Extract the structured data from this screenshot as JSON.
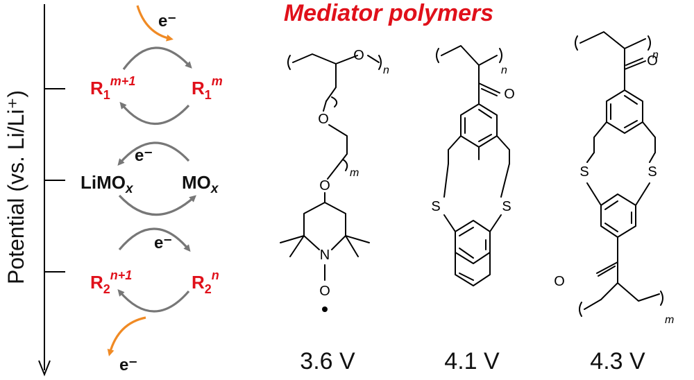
{
  "title": "Mediator polymers",
  "axis_label": "Potential (vs. Li/Li⁺)",
  "electron": "e⁻",
  "scheme": {
    "r1_left": {
      "base": "R",
      "sub": "1",
      "sup": "m+1"
    },
    "r1_right": {
      "base": "R",
      "sub": "1",
      "sup": "m"
    },
    "limo_left": {
      "base": "LiMO",
      "sub": "x"
    },
    "mo_right": {
      "base": "MO",
      "sub": "x"
    },
    "r2_left": {
      "base": "R",
      "sub": "2",
      "sup": "n+1"
    },
    "r2_right": {
      "base": "R",
      "sub": "2",
      "sup": "n"
    }
  },
  "atoms": {
    "O": "O",
    "N": "N",
    "S": "S",
    "O_radical": "O·"
  },
  "indices": {
    "n": "n",
    "m": "m"
  },
  "polymers": [
    {
      "potential": "3.6 V"
    },
    {
      "potential": "4.1 V"
    },
    {
      "potential": "4.3 V"
    }
  ],
  "colors": {
    "redox_red": "#e0101a",
    "electron_orange": "#f08a24",
    "arrow_gray": "#777777"
  }
}
